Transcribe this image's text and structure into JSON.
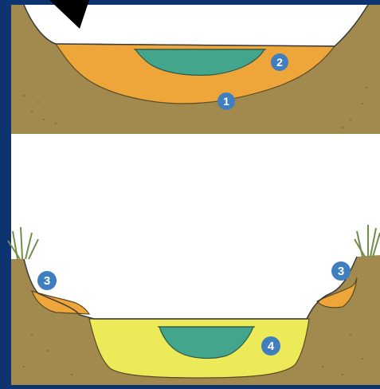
{
  "colors": {
    "frame": "#0d3470",
    "soil": "#a28a4e",
    "soil_dark": "#7a6838",
    "orange_layer": "#eea63b",
    "yellow_layer": "#ecea58",
    "water": "#43a68c",
    "water_dark": "#2f7d69",
    "grass": "#6f8f4a",
    "marker_fill": "#3f7fbf",
    "marker_text": "#ffffff"
  },
  "markers": {
    "m1": "1",
    "m2": "2",
    "m3_left": "3",
    "m3_right": "3",
    "m4": "4"
  },
  "icons": {
    "arrow": "arrow-pointer-icon",
    "grass": "grass-tuft-icon"
  }
}
